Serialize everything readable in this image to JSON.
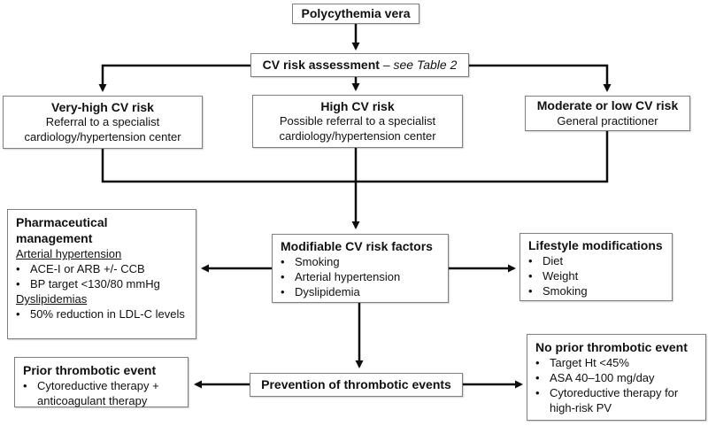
{
  "glyphs": {
    "bullet": "•"
  },
  "colors": {
    "line": "#0d0d0d",
    "border": "#808080",
    "text": "#111111",
    "background": "#ffffff"
  },
  "boxes": {
    "polycythemia": {
      "title": "Polycythemia vera"
    },
    "cv_assessment": {
      "title_bold": "CV risk assessment",
      "title_italic": "– see Table 2"
    },
    "very_high": {
      "title": "Very-high CV risk",
      "line1": "Referral to a specialist",
      "line2": "cardiology/hypertension center"
    },
    "high": {
      "title": "High CV risk",
      "line1": "Possible referral to a specialist",
      "line2": "cardiology/hypertension center"
    },
    "moderate": {
      "title": "Moderate or low CV risk",
      "line1": "General practitioner"
    },
    "pharma": {
      "title": "Pharmaceutical management",
      "section1": "Arterial hypertension",
      "section1_bullets": [
        "ACE-I or ARB +/- CCB",
        "BP target <130/80 mmHg"
      ],
      "section2": "Dyslipidemias",
      "section2_bullets": [
        "50% reduction in LDL-C levels"
      ]
    },
    "modifiable": {
      "title": "Modifiable CV risk factors",
      "bullets": [
        "Smoking",
        "Arterial hypertension",
        "Dyslipidemia"
      ]
    },
    "lifestyle": {
      "title": "Lifestyle modifications",
      "bullets": [
        "Diet",
        "Weight",
        "Smoking"
      ]
    },
    "prior": {
      "title": "Prior thrombotic event",
      "bullets": [
        "Cytoreductive therapy + anticoagulant therapy"
      ]
    },
    "prevention": {
      "title": "Prevention of thrombotic events"
    },
    "no_prior": {
      "title": "No prior thrombotic event",
      "bullets": [
        "Target Ht <45%",
        "ASA 40–100 mg/day",
        "Cytoreductive therapy for high-risk PV"
      ]
    }
  }
}
